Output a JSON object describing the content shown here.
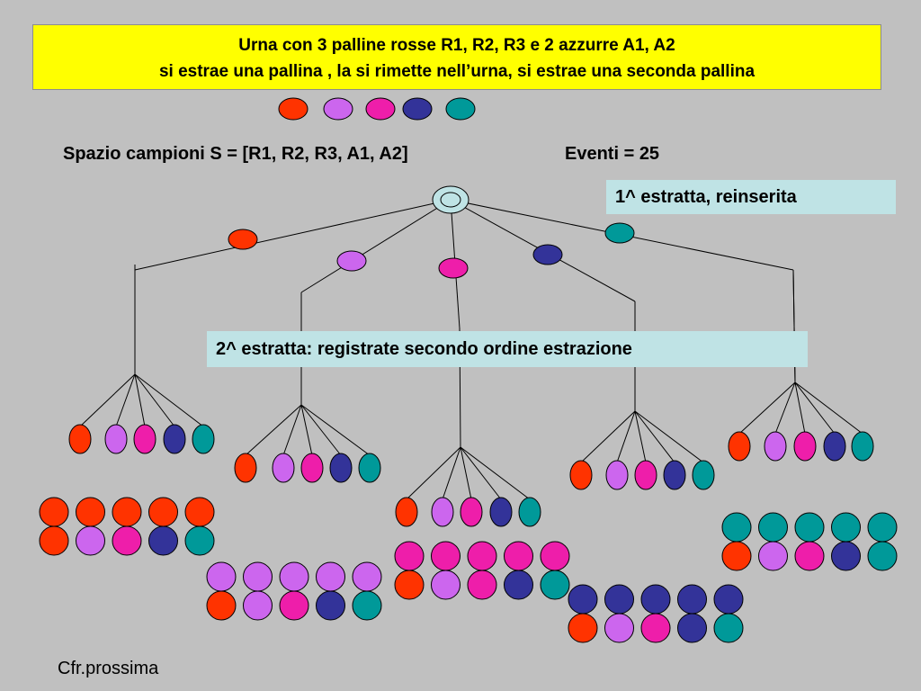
{
  "title": {
    "line1": "Urna con 3 palline rosse R1, R2, R3 e 2 azzurre A1, A2",
    "line2": "si estrae una pallina , la si rimette nell’urna, si estrae una seconda pallina"
  },
  "sample_space_text": "Spazio campioni S = [R1, R2, R3, A1, A2]",
  "events_text": "Eventi = 25",
  "first_draw_label": "1^ estratta, reinserita",
  "second_draw_label": "2^ estratta: registrate secondo ordine estrazione",
  "footer": "Cfr.prossima",
  "colors": {
    "R1": "#ff3300",
    "R2": "#cc66ee",
    "R3": "#ee1eaa",
    "A1": "#333399",
    "A2": "#009999",
    "root": "#bfe3e5",
    "background": "#c0c0c0",
    "title_background": "#ffff00"
  },
  "balls": [
    "R1",
    "R2",
    "R3",
    "A1",
    "A2"
  ]
}
